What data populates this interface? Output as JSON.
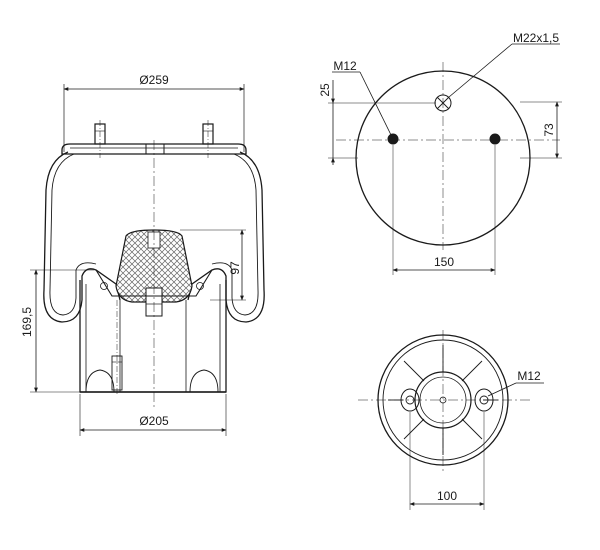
{
  "drawing": {
    "side_view": {
      "top_diameter": "Ø259",
      "bottom_diameter": "Ø205",
      "height": "169,5",
      "piston_dim": "97"
    },
    "top_view": {
      "bolt_thread": "M12",
      "air_thread": "M22x1,5",
      "offset_vertical": "25",
      "offset_right": "73",
      "bolt_spacing": "150"
    },
    "bottom_view": {
      "bolt_thread": "M12",
      "bolt_spacing": "100"
    },
    "colors": {
      "line": "#1a1a1a",
      "hatch": "#555555",
      "background": "#ffffff"
    }
  }
}
